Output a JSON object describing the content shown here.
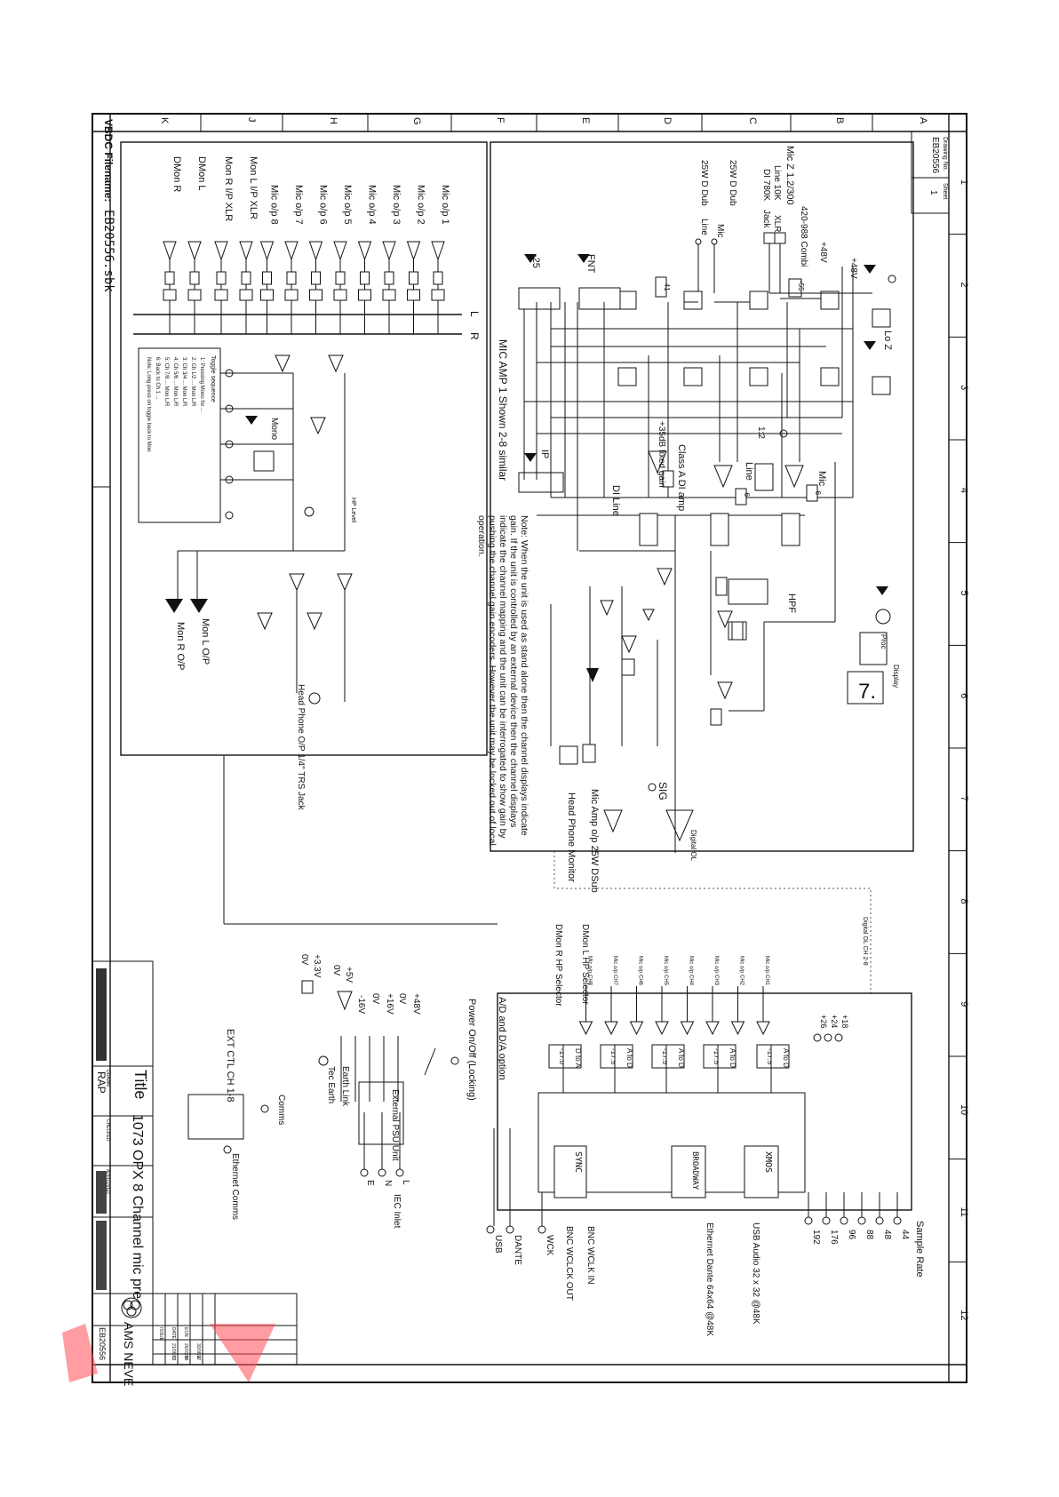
{
  "drawing_no_label": "Drawing No.",
  "drawing_no": "EB20556",
  "sheet_label": "Sheet",
  "sheet_no": "1",
  "row_letters": [
    "A",
    "B",
    "C",
    "D",
    "E",
    "F",
    "G",
    "H",
    "J",
    "K"
  ],
  "col_numbers": [
    "1",
    "2",
    "3",
    "4",
    "5",
    "6",
    "7",
    "8",
    "9",
    "10",
    "11",
    "12"
  ],
  "vbdc_label": "VBDC Filename:",
  "vbdc_filename": "EB20556.sbk",
  "title_label": "Title",
  "title": "1073 OPX 8 Channel mic pre",
  "drawn_label": "DRAWN",
  "drawn_by": "RAP",
  "checked_label": "CHECKED",
  "approved_label": "APPROVED",
  "company": "AMS NEVE",
  "mic_section_note": "MIC AMP 1 Shown 2-8 similar",
  "stand_alone_note": "Note: When the unit is used as stand alone then the channel displays indicate gain. If the unit is controlled by an external device then the channel displays indicate the channel mapping and the unit can be interrogated to show gain by pushing the channel gain encoders. However the unit may be locked out of local operation.",
  "ad_da_note": "A/D and D/A option",
  "top_labels": {
    "mic_z": "Mic Z 1.2/300",
    "line": "Line 10K",
    "di": "DI 780K",
    "xlr": "XLR",
    "jack": "Jack",
    "combi": "420-988 Combi",
    "mic": "Mic",
    "dsub_mic": "25W D Dub",
    "dsub_line": "25W D Dub",
    "line_in": "Line",
    "plus48": "+48V",
    "lo_z": "Lo Z",
    "minus25": "-25",
    "fnt": "FNT",
    "ip": "IP",
    "class_a": "Class A DI amp",
    "fixed_gain": "+35dB fixed gain",
    "di_line": "DI Line",
    "mic2": "Mic",
    "mic_minus6": "-6",
    "line_minus6": "-6",
    "one_two": "1:2",
    "hpf": "HPF",
    "proc": "Proc",
    "display": "Display",
    "sig": "SIG",
    "digital_ol": "Digital OL",
    "mic_amp_op": "Mic Amp o/p 25W DSub",
    "head_phone_monitor": "Head Phone Monitor",
    "minus41": "-41",
    "minus55": "-55"
  },
  "mic_outputs": [
    "Mic o/p 1",
    "Mic o/p 2",
    "Mic o/p 3",
    "Mic o/p 4",
    "Mic o/p 5",
    "Mic o/p 6",
    "Mic o/p 7",
    "Mic o/p 8"
  ],
  "mon_inputs": [
    "Mon L I/P XLR",
    "Mon R I/P XLR",
    "DMon L",
    "DMon R"
  ],
  "bus_labels": [
    "L",
    "R"
  ],
  "mon_outputs": [
    "Mon L O/P",
    "Mon R O/P"
  ],
  "head_phone_op": "Head Phone O/P 1/4\" TRS Jack",
  "hp_level": "HP Level",
  "mono": "Mono",
  "toggle_title": "Toggle sequence",
  "toggle_notes": [
    "1: Pressing Mono for ...",
    "2: Ch 1/2 ... Mon L/R",
    "3: Ch 3/4 ... Mon L/R",
    "4: Ch 5/6 ... Mon L/R",
    "5: Ch 7/8 ... Mon L/R",
    "6: Back to Ch 1 ...",
    "Note: Long press on toggle back to Mon"
  ],
  "digital_labels": [
    "Mic o/p CH1",
    "Mic o/p CH2",
    "Mic o/p CH3",
    "Mic o/p CH4",
    "Mic o/p CH5",
    "Mic o/p CH6",
    "Mic o/p CH7",
    "Mic o/p CH8"
  ],
  "dmon_labels": [
    "DMon L HP Selector",
    "DMon R HP Selector"
  ],
  "digital_ol_ch": "Digital OL CH 2-8",
  "sample_rate_label": "Sample Rate",
  "sample_rates": [
    "44",
    "48",
    "88",
    "96",
    "176",
    "192"
  ],
  "rate_plus": [
    "+18",
    "+24",
    "+26"
  ],
  "usb_block": "XMOS",
  "usb_label": "USB Audio 32 x 32 @48K",
  "dante_block": "BROADWAY",
  "dante_label": "Ethernet Dante 64x64 @48K",
  "sync_block": "SYNC",
  "wclk_in": "BNC WCLK IN",
  "wclk_out": "BNC WCLCK OUT",
  "wck": "WCK",
  "dante": "DANTE",
  "usb": "USB",
  "gain_boxes": [
    "-17.5",
    "-17.5",
    "-17.5",
    "-17.5",
    "-17.0"
  ],
  "da_ad": [
    "A to D",
    "A to D",
    "A to D",
    "A to D",
    "D to A"
  ],
  "power_label": "Power On/Off (Locking)",
  "psu_label": "External PSU Unit",
  "iec_labels": [
    "L",
    "N",
    "E"
  ],
  "iec_inlet": "IEC Inlet",
  "rails": [
    "+48V",
    "0V",
    "+16V",
    "0V",
    "-16V",
    "+5V",
    "0V",
    "+3.3V",
    "0V"
  ],
  "earth_link": "Earth Link",
  "tec_earth": "Tec Earth",
  "ext_ctl": "EXT CTL CH 1-8",
  "comms": "Comms",
  "ethernet_comms": "Ethernet Comms",
  "rev_rows": [
    [
      "C",
      "21/08/18"
    ],
    [
      "B",
      "26/03/18"
    ],
    [
      "A",
      "30/08/17"
    ]
  ],
  "rev_headers": [
    "ISSUE",
    "DATE",
    "ECN"
  ]
}
